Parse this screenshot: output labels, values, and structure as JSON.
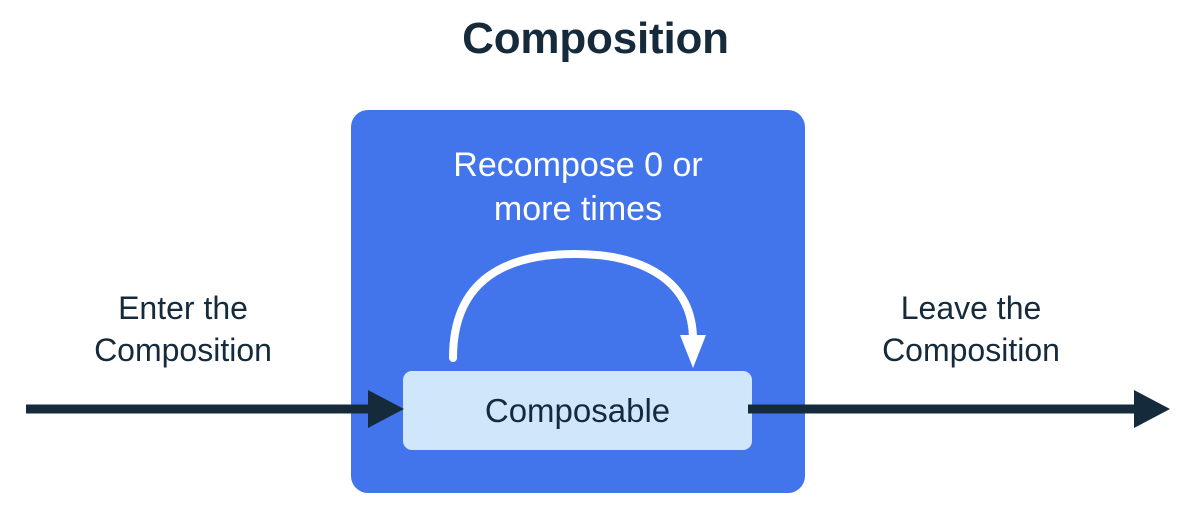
{
  "diagram": {
    "title": "Composition",
    "background_color": "#ffffff",
    "text_color": "#152b3c",
    "composition_box": {
      "name": "Composition",
      "fill_color": "#4275eb",
      "caption": "Recompose 0 or\nmore times"
    },
    "composable_node": {
      "label": "Composable",
      "fill_color": "#d0e7fb",
      "text_color": "#152b3c"
    },
    "loop_arrow": {
      "icon": "curved-loop-arrow-icon",
      "color": "#ffffff",
      "direction": "left-to-right-over-top"
    },
    "enter": {
      "label": "Enter the\nComposition",
      "arrow_icon": "right-arrow-icon",
      "arrow_color": "#152b3c"
    },
    "leave": {
      "label": "Leave the\nComposition",
      "arrow_icon": "right-arrow-icon",
      "arrow_color": "#152b3c"
    }
  }
}
